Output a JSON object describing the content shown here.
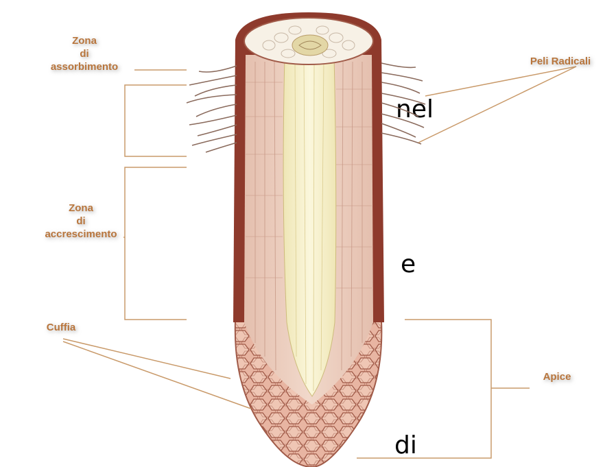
{
  "background_text": [
    "nel",
    "e",
    "di"
  ],
  "labels": {
    "zona_assorbimento": [
      "Zona",
      "di",
      "assorbimento"
    ],
    "zona_accrescimento": [
      "Zona",
      "di",
      "accrescimento"
    ],
    "cuffia": "Cuffia",
    "peli_radicali": "Peli Radicali",
    "apice": "Apice"
  },
  "colors": {
    "label": "#b8753c",
    "leader_line": "#c99a6a",
    "epidermis": "#8e3a2c",
    "cortex": "#e9c8b8",
    "vascular_core": "#f6f0c8",
    "root_cap": "#e8b5a2",
    "root_cap_edge": "#a05a48"
  }
}
